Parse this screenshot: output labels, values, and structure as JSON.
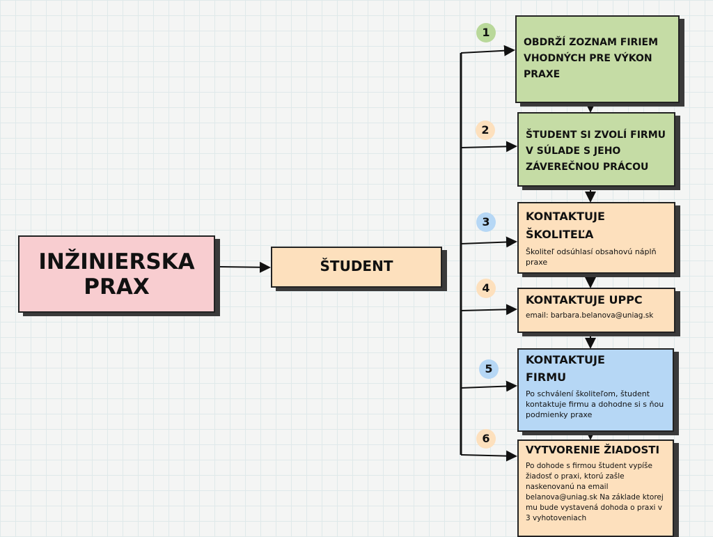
{
  "main": {
    "title": "INŽINIERSKA PRAX"
  },
  "student": {
    "label": "ŠTUDENT"
  },
  "steps": [
    {
      "num": "1",
      "title": "OBDRŽÍ ZOZNAM FIRIEM VHODNÝCH PRE VÝKON PRAXE"
    },
    {
      "num": "2",
      "title": "ŠTUDENT SI ZVOLÍ FIRMU V SÚLADE S JEHO ZÁVEREČNOU PRÁCOU"
    },
    {
      "num": "3",
      "title": "KONTAKTUJE ŠKOLITEĽA",
      "text": "Školiteľ odsúhlasí obsahovú náplň praxe"
    },
    {
      "num": "4",
      "title": "KONTAKTUJE UPPC",
      "text": "email: barbara.belanova@uniag.sk"
    },
    {
      "num": "5",
      "title": "KONTAKTUJE FIRMU",
      "text": "Po schválení školiteľom, študent kontaktuje firmu a dohodne si s ňou podmienky praxe"
    },
    {
      "num": "6",
      "title": "VYTVORENIE ŽIADOSTI",
      "text": "Po dohode s firmou študent vypíše žiadosť o praxi, ktorú zašle naskenovanú na email belanova@uniag.sk  Na základe ktorej mu bude vystavená dohoda o praxi v 3 vyhotoveniach"
    }
  ],
  "colors": {
    "green": "#c5dca5",
    "peach": "#fde0bd",
    "blue": "#b6d7f5",
    "pink": "#f8cdd0"
  }
}
